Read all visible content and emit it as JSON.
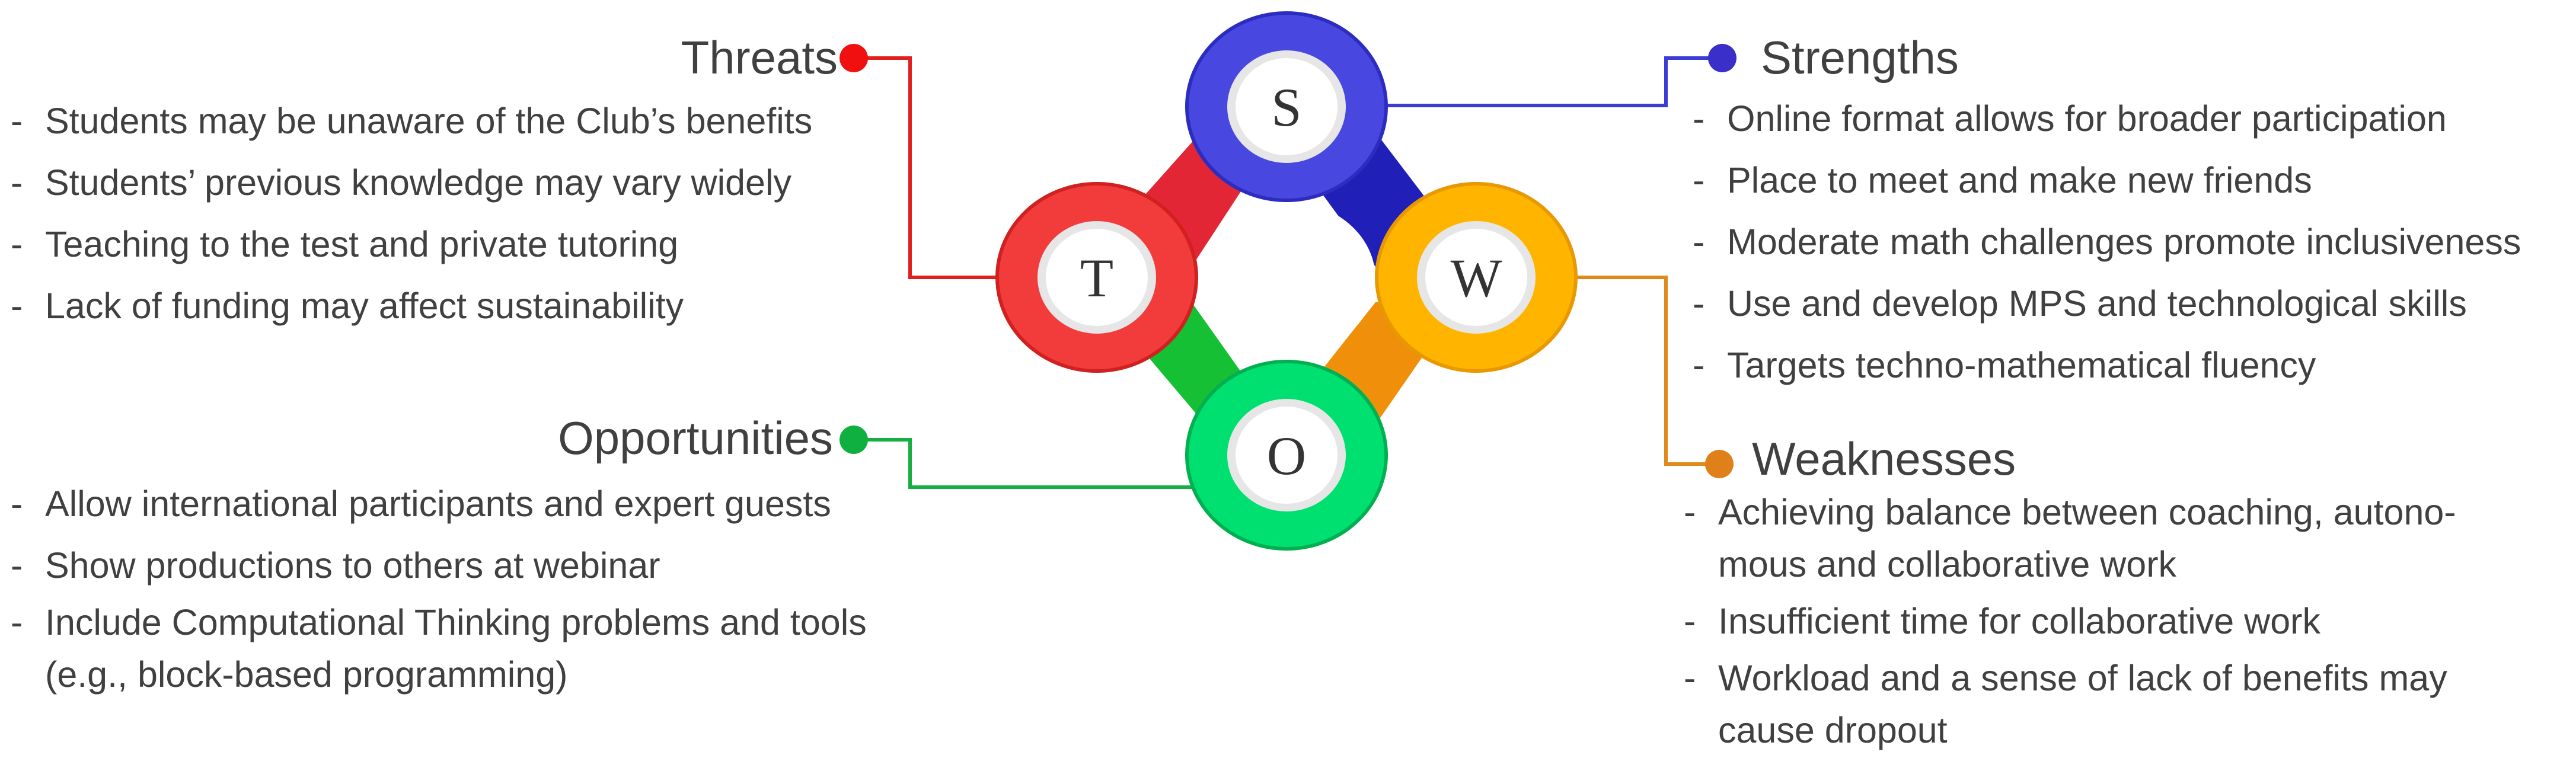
{
  "colors": {
    "strengths": "#3b3bd6",
    "weaknesses": "#f0a500",
    "opportunities": "#00c060",
    "threats": "#e82a2a",
    "text": "#404040"
  },
  "letters": {
    "s": "S",
    "w": "W",
    "o": "O",
    "t": "T"
  },
  "strengths": {
    "title": "Strengths",
    "items": [
      "Online format allows for broader participation",
      "Place to meet and make new friends",
      "Moderate math challenges promote inclusiveness",
      "Use and develop MPS and technological skills",
      "Targets techno-mathematical fluency"
    ]
  },
  "weaknesses": {
    "title": "Weaknesses",
    "items": [
      "Achieving balance between coaching, autono-mous and collaborative work",
      "Insufficient time for collaborative work",
      "Workload and a sense of lack of benefits may cause dropout"
    ]
  },
  "threats": {
    "title": "Threats",
    "items": [
      "Students may be unaware of the Club’s benefits",
      "Students’ previous knowledge may vary widely",
      "Teaching to the test and private tutoring",
      "Lack of funding may affect sustainability"
    ]
  },
  "opportunities": {
    "title": "Opportunities",
    "items": [
      "Allow international participants and expert guests",
      "Show productions to others at webinar",
      "Include Computational Thinking problems and tools (e.g., block-based programming)"
    ]
  }
}
